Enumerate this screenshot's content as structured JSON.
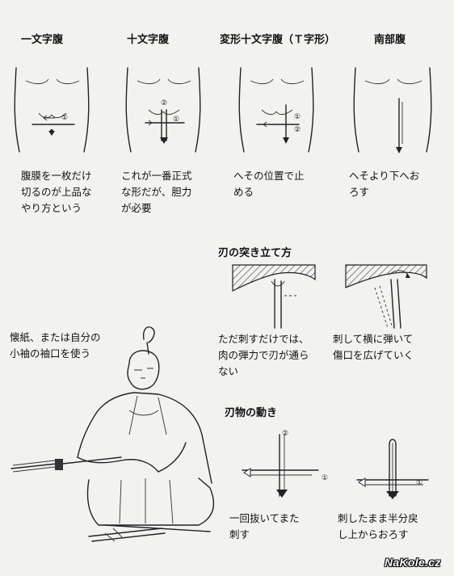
{
  "styles": {
    "ichimonji": {
      "title": "一文字腹",
      "caption": "腹膜を一枚だけ\n切るのが上品な\nやり方という",
      "markers": [
        "①"
      ]
    },
    "jumonji": {
      "title": "十文字腹",
      "caption": "これが一番正式\nな形だが、胆力\nが必要",
      "markers": [
        "①",
        "②"
      ]
    },
    "henkei": {
      "title": "変形十文字腹（Ｔ字形）",
      "caption": "へその位置で止\nめる",
      "markers": [
        "①",
        "②"
      ]
    },
    "nanbu": {
      "title": "南部腹",
      "caption": "へそより下へお\nろす"
    }
  },
  "thrust": {
    "title": "刃の突き立て方",
    "left_caption": "ただ刺すだけでは、\n肉の弾力で刃が通ら\nない",
    "right_caption": "刺して横に弾いて\n傷口を広げていく"
  },
  "motion": {
    "title": "刃物の動き",
    "left_caption": "一回抜いてまた\n刺す",
    "right_caption": "刺したまま半分戻\nし上からおろす",
    "markers": [
      "①",
      "②",
      "①"
    ]
  },
  "samurai": {
    "caption": "懐紙、または自分の\n小袖の袖口を使う"
  },
  "watermark": "NaKole.cz"
}
